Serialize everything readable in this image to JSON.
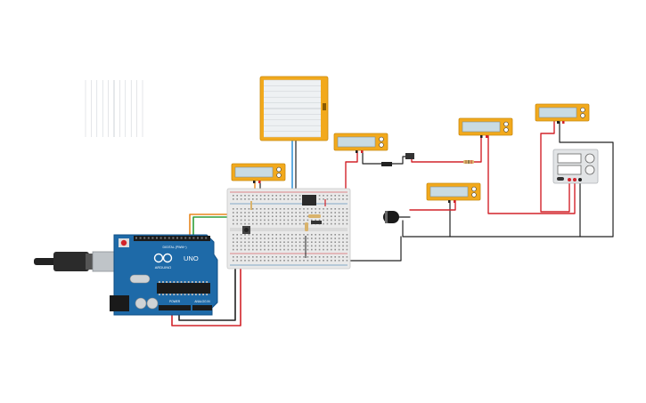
{
  "arduino": {
    "model_label": "UNO",
    "brand_label": "ARDUINO",
    "power_header_label": "POWER",
    "analog_header_label": "ANALOG IN",
    "digital_header_label": "DIGITAL (PWM~)"
  },
  "oscilloscope": {
    "icon": "oscilloscope-grid-icon"
  },
  "multimeters": [
    {
      "name": "multimeter-1",
      "reading": ""
    },
    {
      "name": "multimeter-2",
      "reading": ""
    },
    {
      "name": "multimeter-3",
      "reading": ""
    },
    {
      "name": "multimeter-4",
      "reading": ""
    },
    {
      "name": "multimeter-5",
      "reading": ""
    }
  ],
  "power_supply": {
    "icon": "power-supply-icon"
  },
  "colors": {
    "arduino_blue": "#1e6aa8",
    "arduino_dark": "#0f4f86",
    "meter_orange": "#f2a91c",
    "meter_screen": "#c9dbe2",
    "wire_red": "#d2232a",
    "wire_black": "#222222",
    "wire_green": "#2f9e3a",
    "wire_orange": "#e8871e",
    "wire_blue": "#2c8fd6",
    "breadboard": "#e9e9e9",
    "scope_grid": "#c9ced3"
  }
}
